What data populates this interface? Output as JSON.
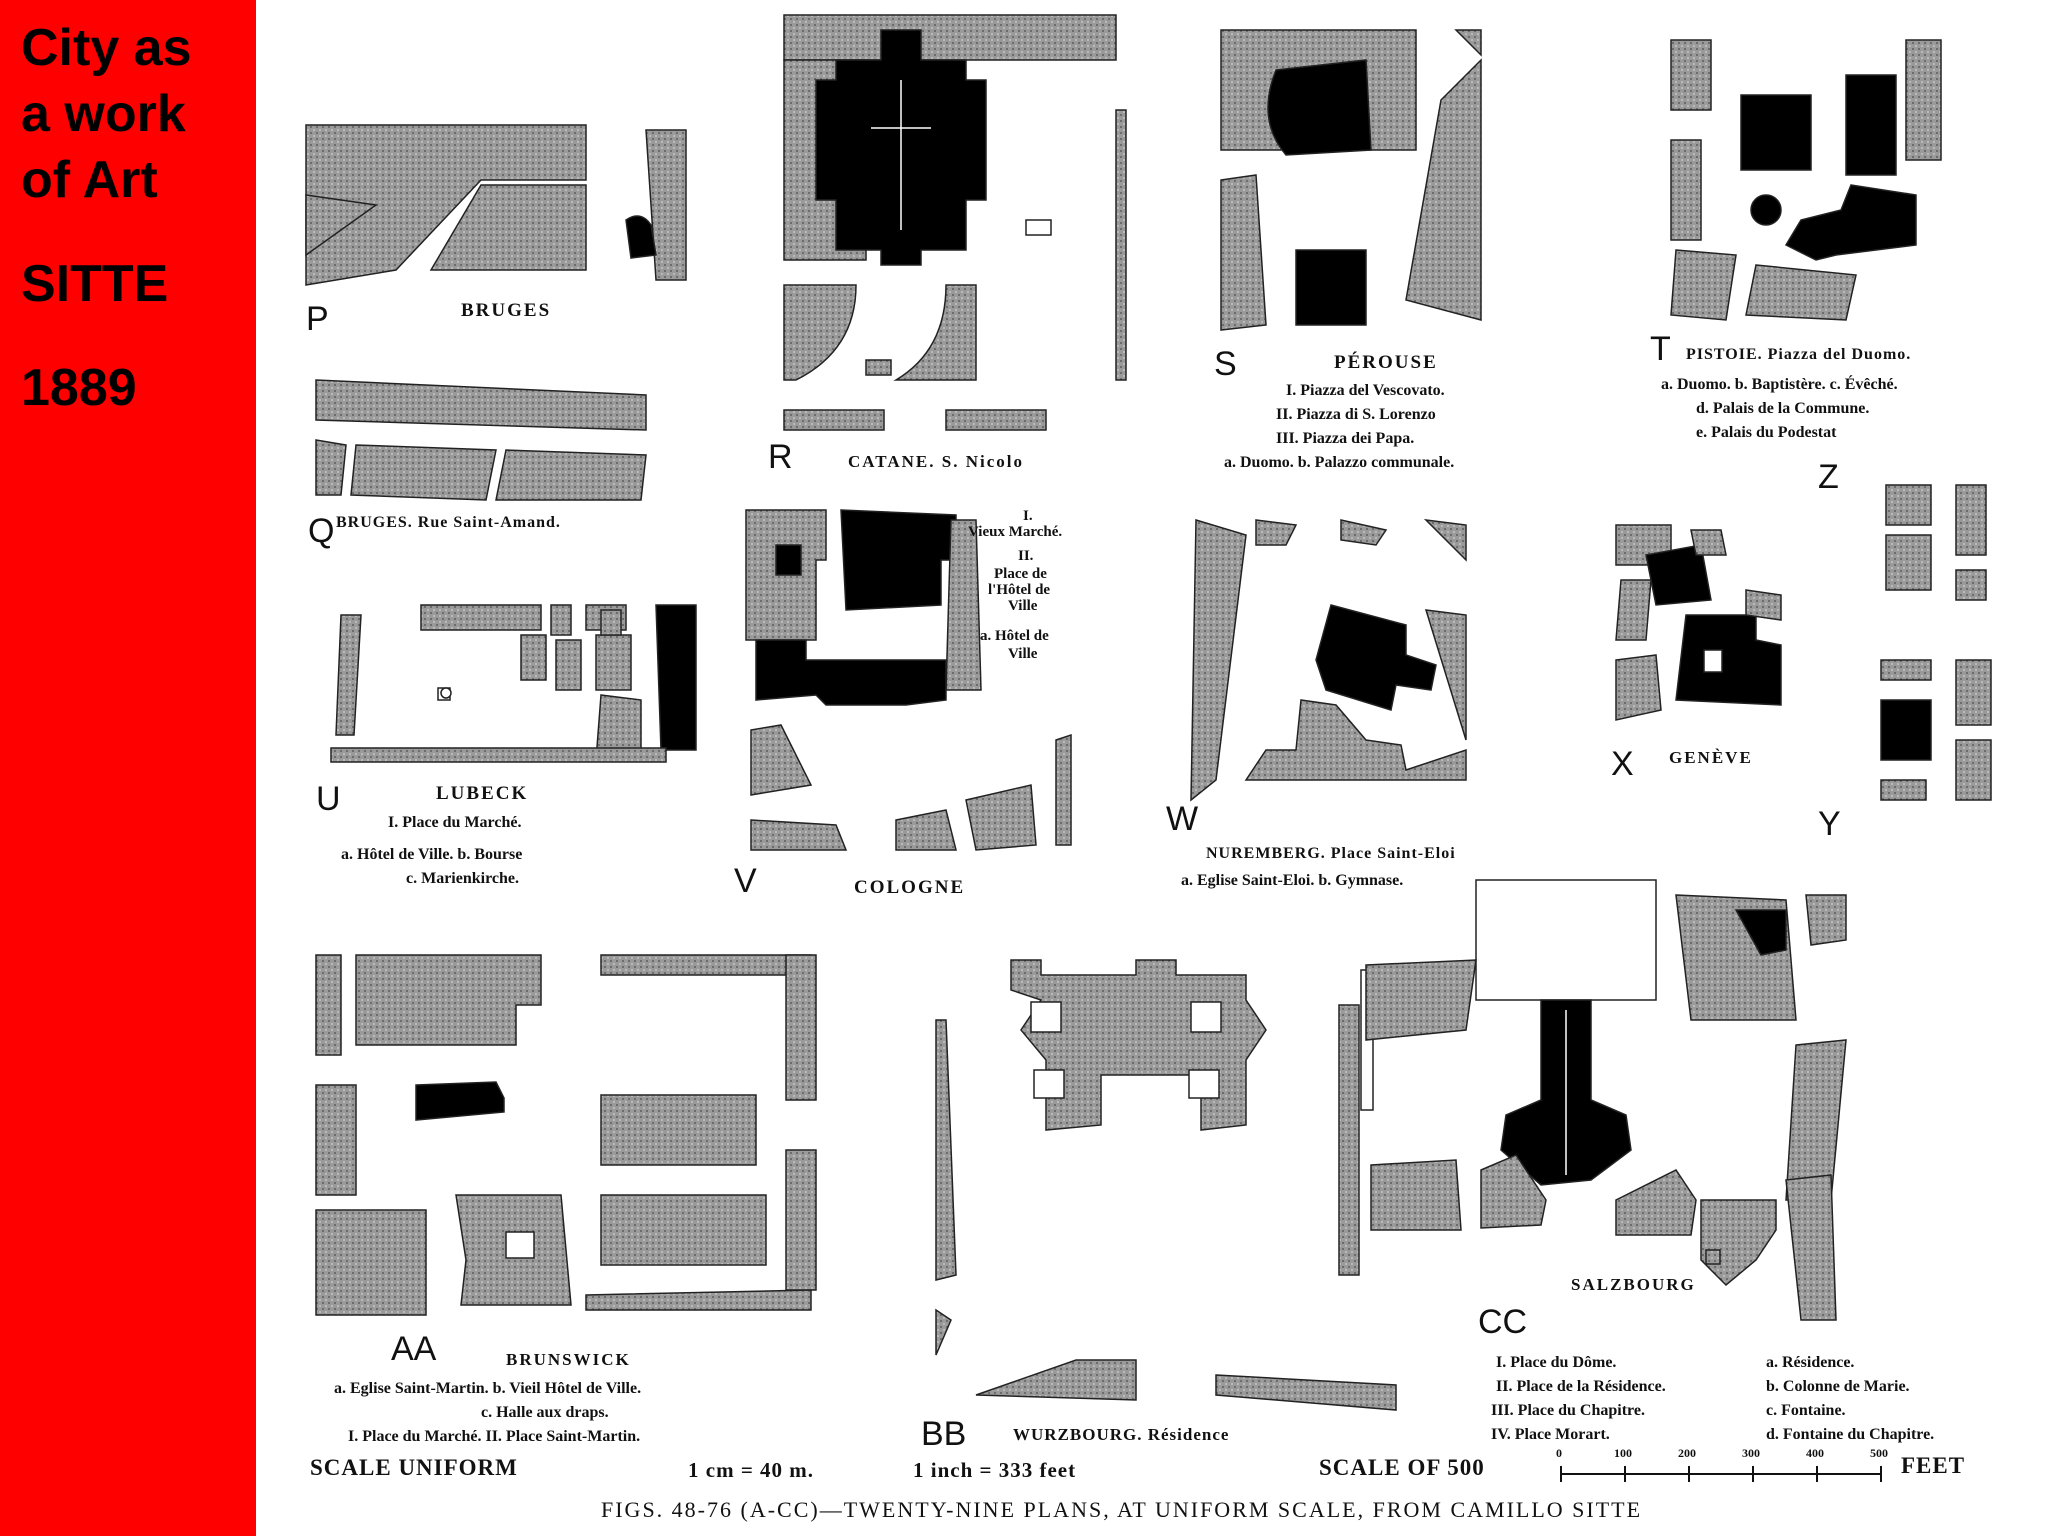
{
  "sidebar": {
    "lines": [
      "City as",
      "a work",
      "of Art",
      "SITTE",
      "1889"
    ],
    "background": "#ff0000"
  },
  "plans": {
    "P": {
      "letter": "P",
      "name": "BRUGES"
    },
    "Q": {
      "letter": "Q",
      "name": "BRUGES. Rue Saint-Amand."
    },
    "R": {
      "letter": "R",
      "name": "CATANE. S. Nicolo"
    },
    "S": {
      "letter": "S",
      "name": "PÉROUSE",
      "legend": [
        "I. Piazza del Vescovato.",
        "II. Piazza di S. Lorenzo",
        "III. Piazza dei Papa.",
        "a. Duomo.  b. Palazzo communale."
      ]
    },
    "T": {
      "letter": "T",
      "name": "PISTOIE. Piazza del Duomo.",
      "legend": [
        "a. Duomo. b. Baptistère. c. Évêché.",
        "d. Palais de la Commune.",
        "e. Palais du Podestat"
      ]
    },
    "Z": {
      "letter": "Z"
    },
    "U": {
      "letter": "U",
      "name": "LUBECK",
      "legend": [
        "I. Place du Marché.",
        "a. Hôtel de Ville.   b. Bourse",
        "c. Marienkirche."
      ]
    },
    "V": {
      "letter": "V",
      "name": "COLOGNE",
      "legend": [
        "I.",
        "Vieux Marché.",
        "II.",
        "Place de",
        "l'Hôtel de",
        "Ville",
        "a. Hôtel de",
        "Ville"
      ]
    },
    "W": {
      "letter": "W",
      "name": "NUREMBERG.   Place Saint-Eloi",
      "legend": [
        "a. Eglise Saint-Eloi.        b. Gymnase."
      ]
    },
    "X": {
      "letter": "X",
      "name": "GENÈVE"
    },
    "Y": {
      "letter": "Y"
    },
    "AA": {
      "letter": "AA",
      "name": "BRUNSWICK",
      "legend": [
        "a. Eglise Saint-Martin.     b. Vieil Hôtel de Ville.",
        "c. Halle aux draps.",
        "I. Place du Marché.     II. Place Saint-Martin."
      ]
    },
    "BB": {
      "letter": "BB",
      "name": "WURZBOURG. Résidence"
    },
    "CC": {
      "letter": "CC",
      "name": "SALZBOURG",
      "legend_left": [
        "I. Place du Dôme.",
        "II. Place de la Résidence.",
        "III. Place du Chapitre.",
        "IV. Place Morart."
      ],
      "legend_right": [
        "a. Résidence.",
        "b. Colonne de Marie.",
        "c. Fontaine.",
        "d. Fontaine du Chapitre."
      ]
    }
  },
  "scale": {
    "uniform": "SCALE UNIFORM",
    "metric": "1 cm = 40 m.",
    "imperial": "1 inch = 333 feet",
    "bar_label": "SCALE OF  500",
    "ticks": [
      "0",
      "100",
      "200",
      "300",
      "400",
      "500"
    ],
    "unit": "FEET"
  },
  "caption": "FIGS. 48-76 (A-CC)—TWENTY-NINE PLANS, AT UNIFORM SCALE, FROM CAMILLO SITTE"
}
